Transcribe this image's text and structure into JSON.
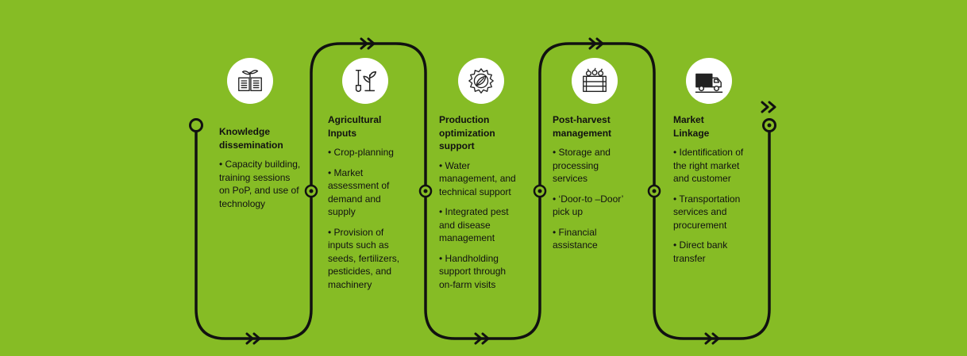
{
  "colors": {
    "background": "#86bc25",
    "line": "#111111",
    "icon_bg": "#ffffff"
  },
  "stages": [
    {
      "icon": "book-plant-icon",
      "title": "Knowledge\ndissemination",
      "bullets": [
        "• Capacity building,\n  training sessions\n  on PoP, and use of\ntechnology"
      ]
    },
    {
      "icon": "shovel-sprout-icon",
      "title": "Agricultural\nInputs",
      "bullets": [
        "• Crop-planning",
        "• Market\n  assessment of\ndemand and\nsupply",
        "• Provision of\n  inputs such as\nseeds, fertilizers,\n  pesticides, and\nmachinery"
      ]
    },
    {
      "icon": "gear-leaf-icon",
      "title": "Production\noptimization\nsupport",
      "bullets": [
        "• Water\n  management, and\n  technical support",
        "• Integrated pest\nand disease\nmanagement",
        "• Handholding\n  support through\non-farm visits"
      ]
    },
    {
      "icon": "crate-produce-icon",
      "title": "Post-harvest\nmanagement",
      "bullets": [
        "• Storage and\nprocessing\nservices",
        "• ‘Door-to –Door’\npick up",
        "• Financial\nassistance"
      ]
    },
    {
      "icon": "delivery-truck-icon",
      "title": "Market\nLinkage",
      "bullets": [
        "• Identification of\n  the right market\n  and customer",
        "• Transportation\nservices and\nprocurement",
        "• Direct bank\ntransfer"
      ]
    }
  ]
}
